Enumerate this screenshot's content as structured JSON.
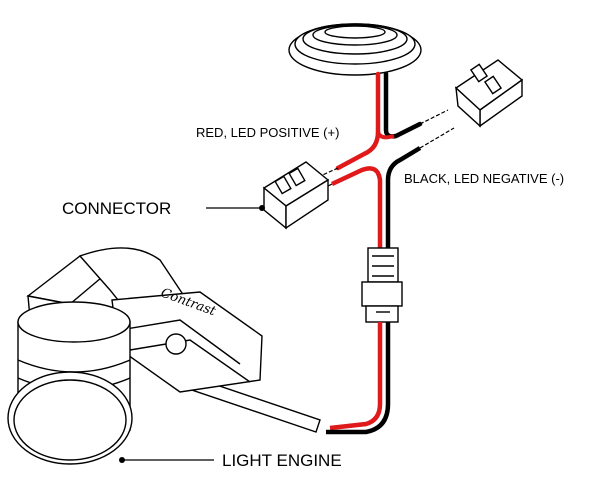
{
  "labels": {
    "red_wire": "RED, LED POSITIVE (+)",
    "black_wire": "BLACK, LED NEGATIVE (-)",
    "connector": "CONNECTOR",
    "light_engine": "LIGHT ENGINE"
  },
  "brand_mark": "Contrast",
  "colors": {
    "positive_wire": "#e0191b",
    "negative_wire": "#000000",
    "line": "#000000",
    "background": "#ffffff"
  }
}
